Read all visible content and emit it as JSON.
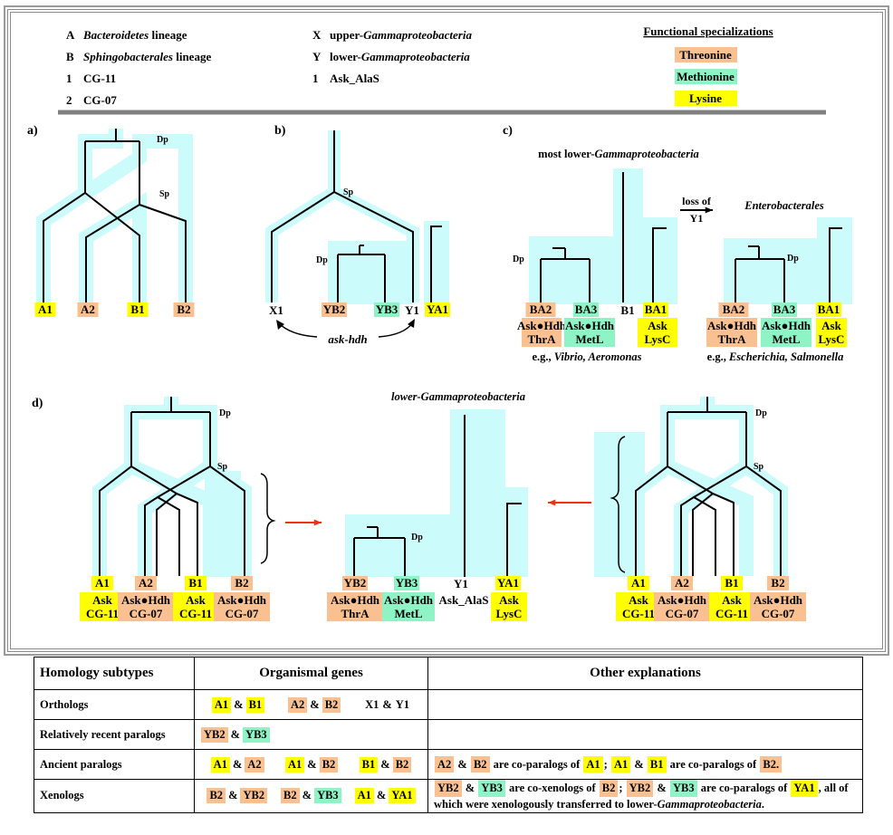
{
  "colors": {
    "threonine": "#f9c192",
    "methionine": "#8ef4c6",
    "lysine": "#ffff00",
    "tree_bg": "#ccfbfc",
    "arrow_red": "#ee3311"
  },
  "legend": {
    "left": [
      {
        "key": "A",
        "text": "Bacteroidetes lineage"
      },
      {
        "key": "B",
        "text": "Sphingobacterales lineage"
      },
      {
        "key": "1",
        "text": "CG-11"
      },
      {
        "key": "2",
        "text": "CG-07"
      }
    ],
    "mid": [
      {
        "key": "X",
        "text": "upper-Gammaproteobacteria"
      },
      {
        "key": "Y",
        "text": "lower-Gammaproteobacteria"
      },
      {
        "key": "1",
        "text": "Ask_AlaS"
      }
    ],
    "func_title": "Functional specializations",
    "func": [
      {
        "name": "Threonine",
        "color": "threonine"
      },
      {
        "name": "Methionine",
        "color": "methionine"
      },
      {
        "name": "Lysine",
        "color": "lysine"
      }
    ]
  },
  "panels": {
    "a": {
      "label": "a)",
      "dp": "Dp",
      "sp": "Sp",
      "leaves": [
        "A1",
        "A2",
        "B1",
        "B2"
      ]
    },
    "b": {
      "label": "b)",
      "dp": "Dp",
      "sp": "Sp",
      "leaves": [
        "X1",
        "YB2",
        "YB3",
        "Y1",
        "YA1"
      ],
      "arrow_label": "ask-hdh"
    },
    "c": {
      "label": "c)",
      "title_left": "most lower-Gammaproteobacteria",
      "title_right": "Enterobacterales",
      "loss_line1": "loss of",
      "loss_line2": "Y1",
      "dp": "Dp",
      "left_leaves": [
        "BA2",
        "BA3",
        "B1",
        "BA1"
      ],
      "right_leaves": [
        "BA2",
        "BA3",
        "BA1"
      ],
      "genes": [
        [
          "Ask●Hdh",
          "ThrA"
        ],
        [
          "Ask●Hdh",
          "MetL"
        ],
        [
          "Ask",
          "LysC"
        ]
      ],
      "eg_left": "Vibrio, Aeromonas",
      "eg_right": "Escherichia, Salmonella",
      "eg_prefix": "e.g.,"
    },
    "d": {
      "label": "d)",
      "title": "lower-Gammaproteobacteria",
      "dp": "Dp",
      "sp": "Sp",
      "leaves": [
        "A1",
        "A2",
        "B1",
        "B2"
      ],
      "genes": [
        [
          "Ask",
          "CG-11"
        ],
        [
          "Ask●Hdh",
          "CG-07"
        ],
        [
          "Ask",
          "CG-11"
        ],
        [
          "Ask●Hdh",
          "CG-07"
        ]
      ],
      "mid_leaves": [
        "YB2",
        "YB3",
        "Y1",
        "YA1"
      ],
      "mid_genes": [
        [
          "Ask●Hdh",
          "ThrA"
        ],
        [
          "Ask●Hdh",
          "MetL"
        ],
        [
          "Ask_AlaS"
        ],
        [
          "Ask",
          "LysC"
        ]
      ]
    }
  },
  "table": {
    "headers": [
      "Homology subtypes",
      "Organismal genes",
      "Other explanations"
    ],
    "rows": [
      {
        "label": "Orthologs",
        "groups": [
          [
            {
              "t": "A1",
              "c": "lys"
            },
            {
              "t": "&"
            },
            {
              "t": "B1",
              "c": "lys"
            }
          ],
          [
            {
              "t": "A2",
              "c": "thr"
            },
            {
              "t": "&"
            },
            {
              "t": "B2",
              "c": "thr"
            }
          ],
          [
            {
              "t": "X1"
            },
            {
              "t": "&"
            },
            {
              "t": "Y1"
            }
          ]
        ],
        "expl": []
      },
      {
        "label": "Relatively recent paralogs",
        "groups": [
          [
            {
              "t": "YB2",
              "c": "thr"
            },
            {
              "t": "&"
            },
            {
              "t": "YB3",
              "c": "met"
            }
          ]
        ],
        "expl": []
      },
      {
        "label": "Ancient paralogs",
        "groups": [
          [
            {
              "t": "A1",
              "c": "lys"
            },
            {
              "t": "&"
            },
            {
              "t": "A2",
              "c": "thr"
            }
          ],
          [
            {
              "t": "A1",
              "c": "lys"
            },
            {
              "t": "&"
            },
            {
              "t": "B2",
              "c": "thr"
            }
          ],
          [
            {
              "t": "B1",
              "c": "lys"
            },
            {
              "t": "&"
            },
            {
              "t": "B2",
              "c": "thr"
            }
          ]
        ],
        "expl": [
          {
            "t": "A2",
            "c": "thr"
          },
          {
            "t": "&"
          },
          {
            "t": "B2",
            "c": "thr"
          },
          {
            "t": "are co-paralogs of"
          },
          {
            "t": "A1",
            "c": "lys"
          },
          {
            "t": ";"
          },
          {
            "t": "A1",
            "c": "lys"
          },
          {
            "t": "&"
          },
          {
            "t": "B1",
            "c": "lys"
          },
          {
            "t": "are co-paralogs of"
          },
          {
            "t": "B2.",
            "c": "thr"
          }
        ]
      },
      {
        "label": "Xenologs",
        "groups": [
          [
            {
              "t": "B2",
              "c": "thr"
            },
            {
              "t": "&"
            },
            {
              "t": "YB2",
              "c": "thr"
            }
          ],
          [
            {
              "t": "B2",
              "c": "thr"
            },
            {
              "t": "&"
            },
            {
              "t": "YB3",
              "c": "met"
            }
          ],
          [
            {
              "t": "A1",
              "c": "lys"
            },
            {
              "t": "&"
            },
            {
              "t": "YA1",
              "c": "lys"
            }
          ]
        ],
        "expl": [
          {
            "t": "YB2",
            "c": "thr"
          },
          {
            "t": "&"
          },
          {
            "t": "YB3",
            "c": "met"
          },
          {
            "t": "are co-xenologs of"
          },
          {
            "t": "B2",
            "c": "thr"
          },
          {
            "t": ";"
          },
          {
            "t": "YB2",
            "c": "thr"
          },
          {
            "t": "&"
          },
          {
            "t": "YB3",
            "c": "met"
          },
          {
            "t": "are co-paralogs of"
          },
          {
            "t": "YA1",
            "c": "lys"
          },
          {
            "t": ", all of"
          },
          {
            "br": true
          },
          {
            "t": "which were xenologously transferred to lower-Gammaproteobacteria."
          }
        ]
      }
    ]
  }
}
